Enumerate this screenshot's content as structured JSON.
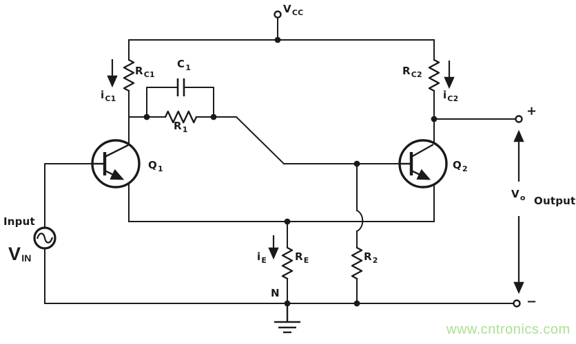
{
  "colors": {
    "line": "#1a1a1a",
    "background": "#ffffff",
    "watermark_green": "#abe093"
  },
  "watermark": {
    "text": "www.cntronics.com"
  },
  "labels": {
    "vcc": {
      "main": "V",
      "sub": "CC"
    },
    "rc1": {
      "main": "R",
      "sub": "C1"
    },
    "ic1": {
      "main": "i",
      "sub": "C1"
    },
    "c1": {
      "main": "C",
      "sub": "1"
    },
    "r1": {
      "main": "R",
      "sub": "1"
    },
    "q1": {
      "main": "Q",
      "sub": "1"
    },
    "q2": {
      "main": "Q",
      "sub": "2"
    },
    "rc2": {
      "main": "R",
      "sub": "C2"
    },
    "ic2": {
      "main": "i",
      "sub": "C2"
    },
    "ie": {
      "main": "i",
      "sub": "E"
    },
    "re": {
      "main": "R",
      "sub": "E"
    },
    "r2": {
      "main": "R",
      "sub": "2"
    },
    "n": "N",
    "input": "Input",
    "vin": {
      "main": "V",
      "sub": "IN"
    },
    "vo": {
      "main": "V",
      "sub": "o"
    },
    "output": "Output",
    "plus": "+",
    "minus": "−"
  }
}
